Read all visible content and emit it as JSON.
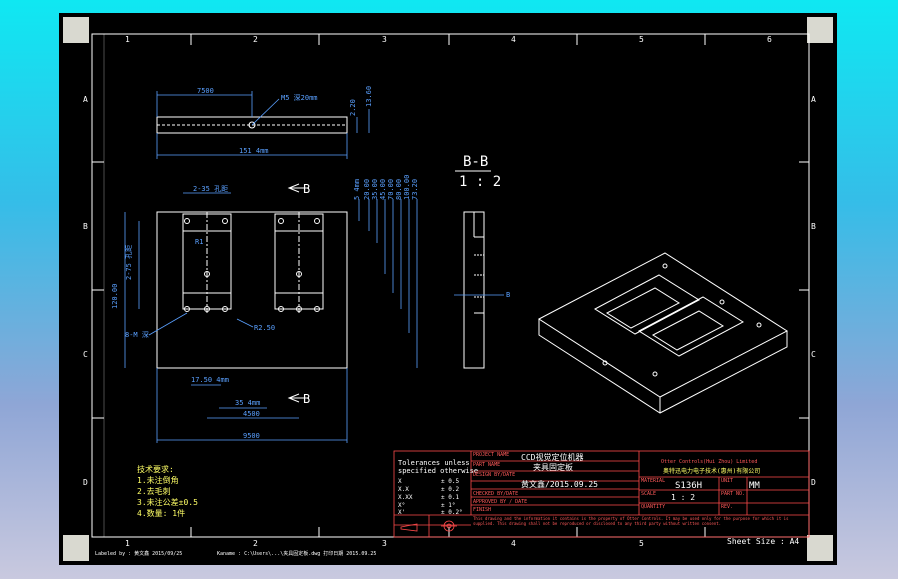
{
  "zones": {
    "columns": [
      "1",
      "2",
      "3",
      "4",
      "5",
      "6"
    ],
    "rows": [
      "A",
      "B",
      "C",
      "D"
    ]
  },
  "top_view": {
    "dim_width": "7500",
    "dim_hole": "M5 深20mm",
    "dim_height_a": "2.20",
    "dim_height_b": "13.60",
    "dim_total": "151 4mm"
  },
  "plan_view": {
    "section_marker": "B",
    "dim_top": "2-35 孔距",
    "dim_left_a": "2-75 孔距",
    "dim_left_b": "120.00",
    "radius_1": "R1",
    "radius_2": "R2.50",
    "dim_hole_left": "8-M 深",
    "dim_bottom_a": "17.50 4mm",
    "dim_bottom_b": "35 4mm",
    "dim_bottom_c": "4500",
    "dim_bottom_d": "9500",
    "right_dims": [
      "5 4mm",
      "20.00",
      "35.00",
      "45.00",
      "70.00",
      "80.00",
      "100.00",
      "73.20"
    ]
  },
  "section": {
    "title": "B-B",
    "scale": "1 : 2",
    "marker": "B"
  },
  "notes": {
    "heading": "技术要求:",
    "items": [
      "1.未注倒角",
      "2.去毛刺",
      "3.未注公差±0.5",
      "4.数量: 1件"
    ]
  },
  "tolerance_block": {
    "title_1": "Tolerances unless",
    "title_2": "specified otherwise",
    "rows": [
      {
        "k": "X",
        "v": "± 0.5"
      },
      {
        "k": "X.X",
        "v": "± 0.2"
      },
      {
        "k": "X.XX",
        "v": "± 0.1"
      },
      {
        "k": "X°",
        "v": "± 1°"
      },
      {
        "k": "X'",
        "v": "± 0.2°"
      }
    ]
  },
  "title_block": {
    "project_label": "PROJECT NAME",
    "project_value": "CCD视觉定位机器",
    "part_label": "PART NAME",
    "part_value": "夹具固定板",
    "drawn_label": "DESIGN BY/DATE",
    "drawn_value": "黄文鑫/2015.09.25",
    "checked_label": "CHECKED BY/DATE",
    "approved_label": "APPROVED BY / DATE",
    "finish_label": "FINISH",
    "company_en": "Otter Controls(Hui Zhou) Limited",
    "company_cn": "奥特迅电力电子技术(惠州)有限公司",
    "material_label": "MATERIAL",
    "material_value": "S136H",
    "unit_label": "UNIT",
    "unit_value": "MM",
    "scale_label": "SCALE",
    "scale_value": "1 : 2",
    "partno_label": "PART NO.",
    "qty_label": "QUANTITY",
    "rev_label": "REV.",
    "confidential": "This drawing and the information it contains is the property of Otter Controls. It may be used only for the purpose for which it is supplied. This drawing shall not be reproduced or disclosed to any third party without written consent."
  },
  "sheet_size": "Sheet Size : A4",
  "footer_left": "Labeled by : 黄文鑫 2015/09/25",
  "footer_mid": "Kaname : C:\\Users\\...\\夹具固定板.dwg  打印日期 2015.09.25"
}
